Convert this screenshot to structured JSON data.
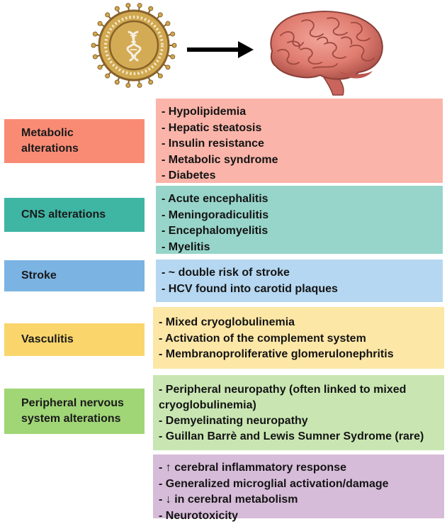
{
  "colors": {
    "metabolic_label": "#f98b75",
    "metabolic_box": "#fbb4a9",
    "cns_label": "#3fb5a3",
    "cns_box": "#97d5ca",
    "stroke_label": "#7bb3e3",
    "stroke_box": "#b5d7f1",
    "vasculitis_label": "#fad56b",
    "vasculitis_box": "#fde7a6",
    "pns_label": "#a0d676",
    "pns_box": "#c9e6b2",
    "cerebral_box": "#d6bcd8",
    "virus_gold": "#d1a850",
    "virus_dark": "#87622a",
    "arrow": "#000000"
  },
  "header": {
    "virus_icon": "hcv-virus-icon",
    "arrow_icon": "right-arrow-icon",
    "brain_icon": "brain-icon"
  },
  "sections": [
    {
      "id": "metabolic",
      "label": [
        "Metabolic",
        "alterations"
      ],
      "items": [
        "- Hypolipidemia",
        "- Hepatic steatosis",
        "- Insulin resistance",
        "- Metabolic syndrome",
        "- Diabetes"
      ]
    },
    {
      "id": "cns",
      "label": [
        "CNS alterations"
      ],
      "items": [
        "- Acute encephalitis",
        "- Meningoradiculitis",
        "- Encephalomyelitis",
        "- Myelitis"
      ]
    },
    {
      "id": "stroke",
      "label": [
        "Stroke"
      ],
      "items": [
        "- ~ double risk of stroke",
        "- HCV found into carotid plaques"
      ]
    },
    {
      "id": "vasculitis",
      "label": [
        "Vasculitis"
      ],
      "items": [
        "- Mixed cryoglobulinemia",
        "- Activation of the complement system",
        "- Membranoproliferative glomerulonephritis"
      ]
    },
    {
      "id": "pns",
      "label": [
        "Peripheral nervous",
        "system alterations"
      ],
      "items": [
        "- Peripheral neuropathy (often linked to mixed cryoglobulinemia)",
        "- Demyelinating neuropathy",
        "- Guillan Barrè and Lewis Sumner Sydrome (rare)"
      ]
    },
    {
      "id": "cerebral",
      "label": [],
      "items": [
        "- ↑ cerebral inflammatory response",
        "- Generalized microglial activation/damage",
        "- ↓ in cerebral metabolism",
        "- Neurotoxicity"
      ]
    }
  ]
}
